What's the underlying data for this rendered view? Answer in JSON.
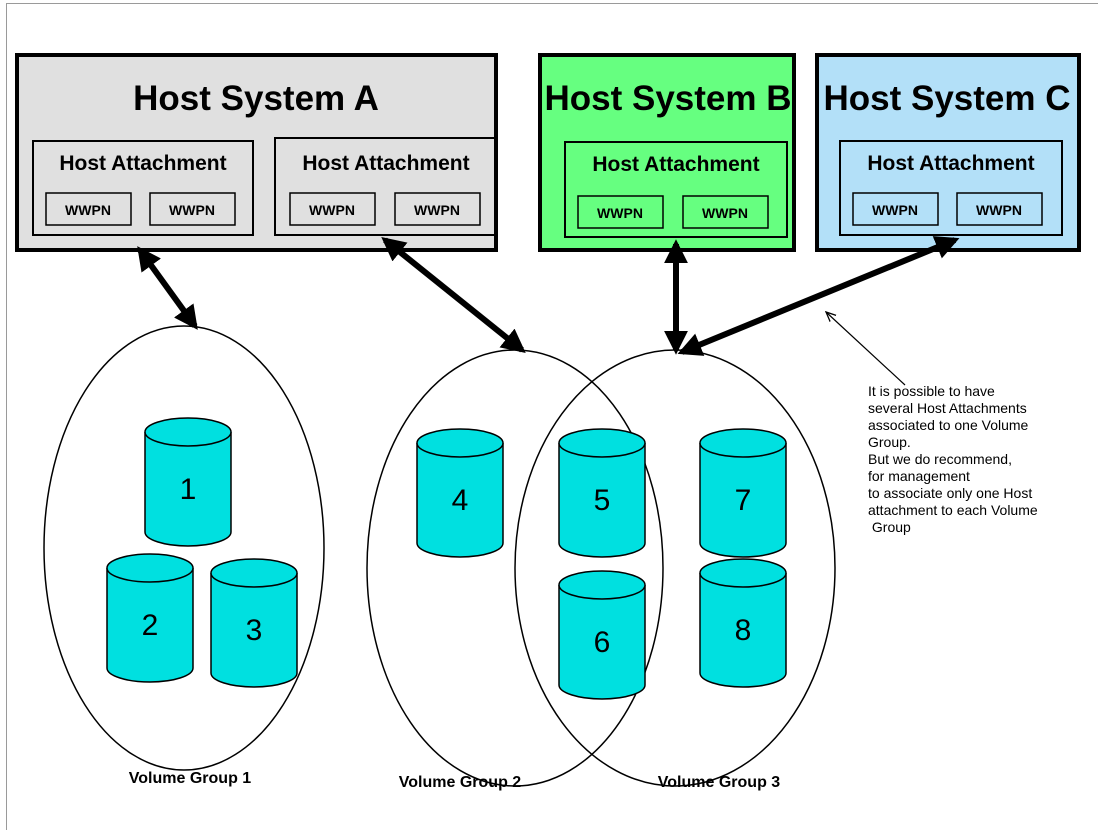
{
  "hosts": [
    {
      "title": "Host System A",
      "color": "#e0e0e0",
      "attachments": [
        {
          "label": "Host Attachment",
          "wwpns": [
            "WWPN",
            "WWPN"
          ]
        },
        {
          "label": "Host Attachment",
          "wwpns": [
            "WWPN",
            "WWPN"
          ]
        }
      ]
    },
    {
      "title": "Host System B",
      "color": "#66ff80",
      "attachments": [
        {
          "label": "Host Attachment",
          "wwpns": [
            "WWPN",
            "WWPN"
          ]
        }
      ]
    },
    {
      "title": "Host System C",
      "color": "#b3e0f8",
      "attachments": [
        {
          "label": "Host Attachment",
          "wwpns": [
            "WWPN",
            "WWPN"
          ]
        }
      ]
    }
  ],
  "volumes": [
    "1",
    "2",
    "3",
    "4",
    "5",
    "6",
    "7",
    "8"
  ],
  "volume_color": "#00e0e0",
  "volume_groups": [
    "Volume Group 1",
    "Volume Group 2",
    "Volume Group 3"
  ],
  "note_lines": [
    "It is possible to have",
    "several Host Attachments",
    "associated to one Volume",
    "Group.",
    "But we do recommend,",
    "for management",
    "to associate only one Host",
    "attachment to each Volume",
    " Group"
  ]
}
